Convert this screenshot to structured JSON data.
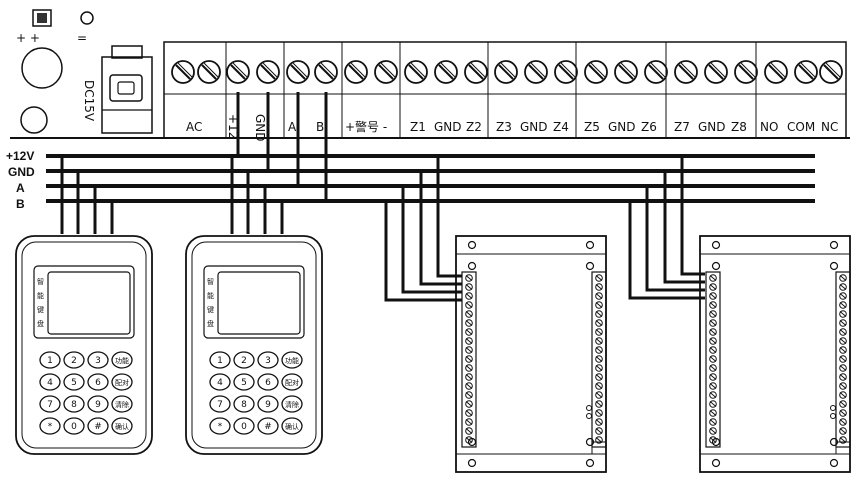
{
  "board": {
    "power_label": "DC15V",
    "plus_marks": "+ +",
    "eq_mark": "=",
    "terminals": [
      "AC",
      "+12",
      "GND",
      "A",
      "B",
      "+警号 -",
      "Z1",
      "GND",
      "Z2",
      "Z3",
      "GND",
      "Z4",
      "Z5",
      "GND",
      "Z6",
      "Z7",
      "GND",
      "Z8",
      "NO",
      "COM",
      "NC"
    ]
  },
  "bus": {
    "lines": [
      "+12V",
      "GND",
      "A",
      "B"
    ]
  },
  "keypads": [
    {
      "screen_side_text": [
        "智",
        "能",
        "键",
        "盘"
      ],
      "keys": [
        [
          "1",
          "2",
          "3",
          "功能"
        ],
        [
          "4",
          "5",
          "6",
          "配对"
        ],
        [
          "7",
          "8",
          "9",
          "清除"
        ],
        [
          "*",
          "0",
          "#",
          "确认"
        ]
      ]
    },
    {
      "screen_side_text": [
        "智",
        "能",
        "键",
        "盘"
      ],
      "keys": [
        [
          "1",
          "2",
          "3",
          "功能"
        ],
        [
          "4",
          "5",
          "6",
          "配对"
        ],
        [
          "7",
          "8",
          "9",
          "清除"
        ],
        [
          "*",
          "0",
          "#",
          "确认"
        ]
      ]
    }
  ],
  "expanders": [
    {
      "terminal_rows": 19
    },
    {
      "terminal_rows": 19
    }
  ]
}
